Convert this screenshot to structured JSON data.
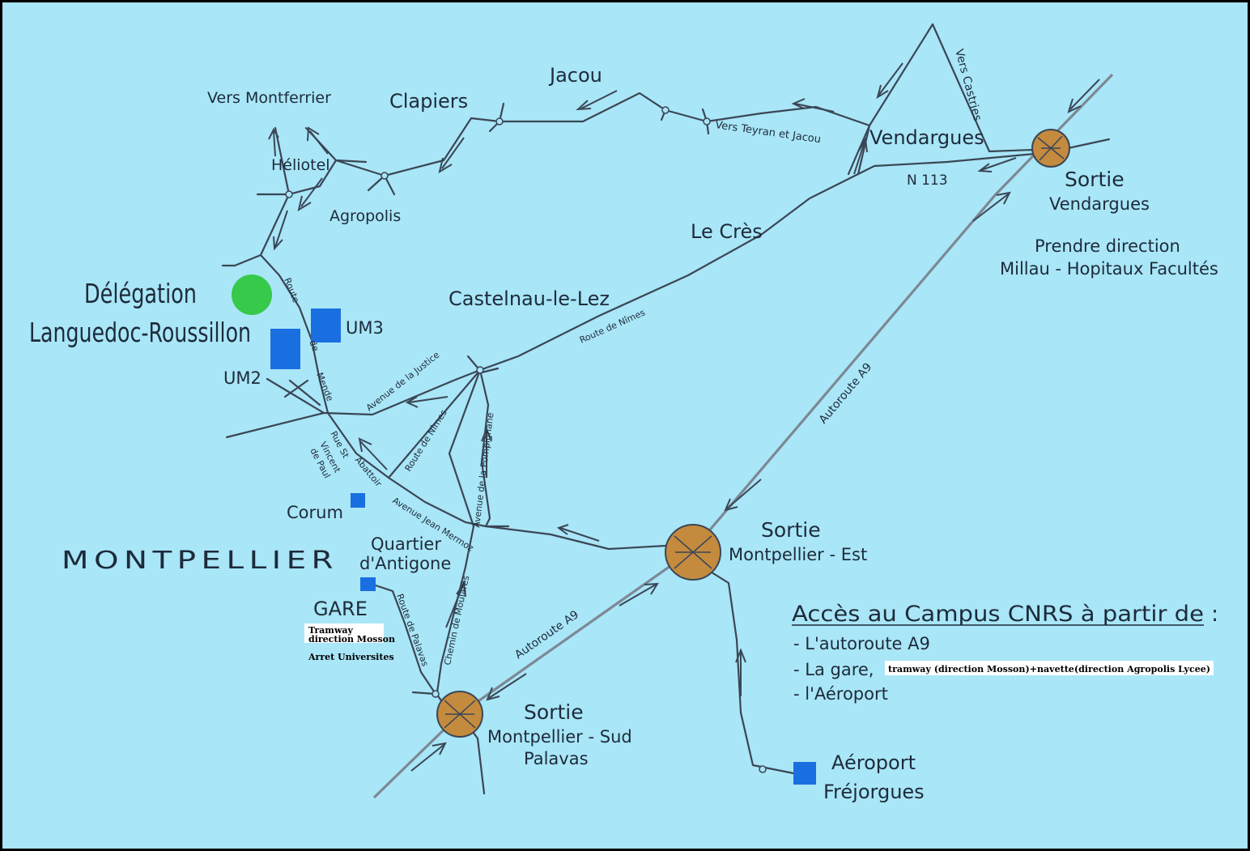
{
  "colors": {
    "background": "#a9e6f7",
    "frame": "#000000",
    "road": "#3a4656",
    "highway": "#7c8894",
    "exit_circle": "#c48a3e",
    "delegation_marker": "#37c94a",
    "building_marker": "#1a6fe0"
  },
  "places": {
    "vers_montferrier": "Vers Montferrier",
    "clapiers": "Clapiers",
    "jacou": "Jacou",
    "heliotel": "Héliotel",
    "agropolis": "Agropolis",
    "vendargues": "Vendargues",
    "n113": "N 113",
    "le_cres": "Le Crès",
    "castelnau": "Castelnau-le-Lez",
    "delegation_line1": "Délégation",
    "delegation_line2": "Languedoc-Roussillon",
    "um3": "UM3",
    "um2": "UM2",
    "corum": "Corum",
    "montpellier": "MONTPELLIER",
    "quartier_line1": "Quartier",
    "quartier_line2": "d'Antigone",
    "gare": "GARE"
  },
  "exits": {
    "vendargues_title": "Sortie",
    "vendargues_sub": "Vendargues",
    "vendargues_note1": "Prendre direction",
    "vendargues_note2": "Millau - Hopitaux Facultés",
    "est_title": "Sortie",
    "est_sub": "Montpellier - Est",
    "sud_title": "Sortie",
    "sud_sub1": "Montpellier - Sud",
    "sud_sub2": "Palavas"
  },
  "airport": {
    "line1": "Aéroport",
    "line2": "Fréjorgues"
  },
  "roads": {
    "vers_castries": "Vers Castries",
    "vers_teyran": "Vers Teyran et Jacou",
    "route_de_nimes_upper": "Route de Nîmes",
    "route_de_mende_1": "Route",
    "route_de_mende_2": "de",
    "route_de_mende_3": "Mende",
    "avenue_justice": "Avenue de la Justice",
    "route_de_nimes_lower": "Route de Nîmes",
    "avenue_pompignane": "Avenue de la Pompignane",
    "rue_st_vincent_1": "Rue St",
    "rue_st_vincent_2": "Vincent",
    "rue_st_vincent_3": "de Paul",
    "abattoir": "Abattoir",
    "avenue_mermoz": "Avenue Jean Mermoz",
    "chemin_moulares": "Chemin de Moularès",
    "route_palavas": "Route de Palavas",
    "autoroute_a9_upper": "Autoroute A9",
    "autoroute_a9_lower": "Autoroute A9"
  },
  "tram_note": {
    "line1": "Tramway",
    "line2": "direction Mosson",
    "line3": "Arret Universites"
  },
  "legend": {
    "title": "Accès au Campus CNRS à partir de",
    "colon": ":",
    "item1": "- L'autoroute A9",
    "item2": "- La gare,",
    "item2_note": "tramway (direction Mosson)+navette(direction Agropolis Lycee)",
    "item3": "- l'Aéroport"
  }
}
